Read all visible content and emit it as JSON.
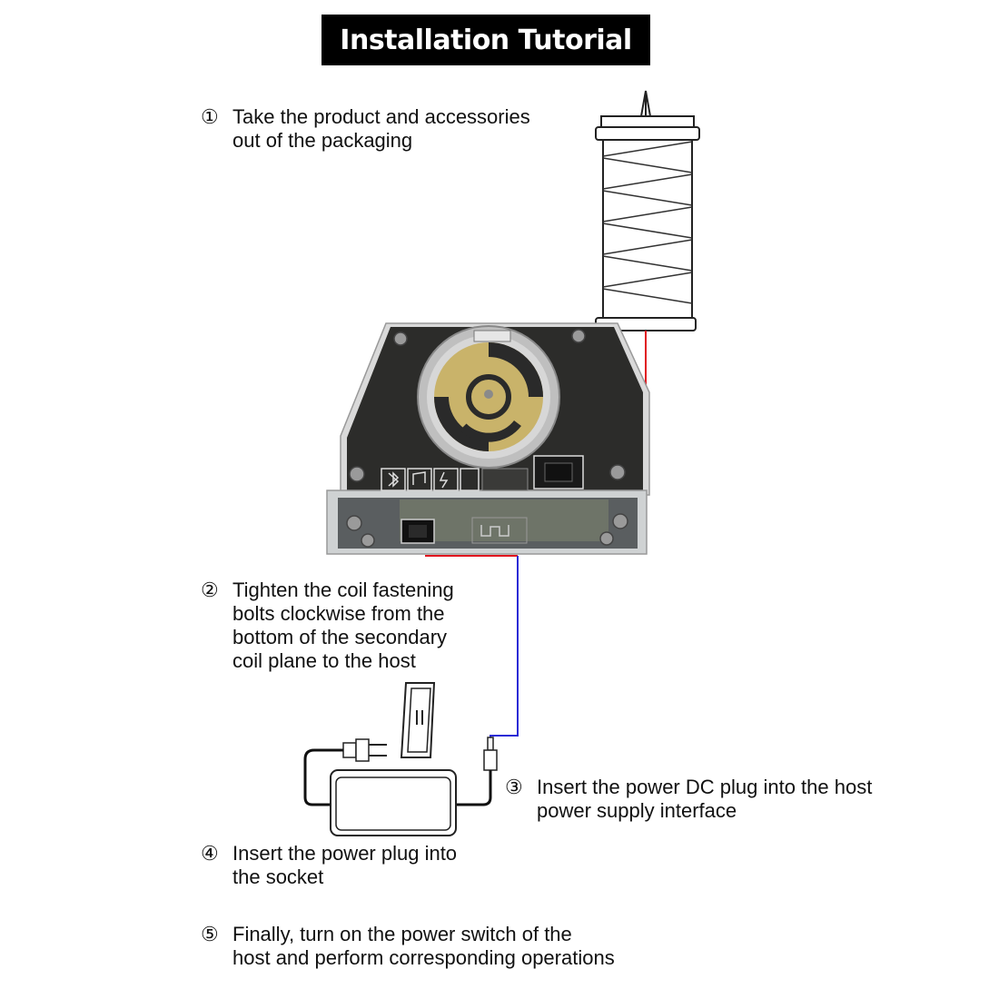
{
  "title": "Installation Tutorial",
  "steps": [
    {
      "number": "①",
      "lines": [
        "Take the product and accessories",
        "out of the packaging"
      ]
    },
    {
      "number": "②",
      "lines": [
        "Tighten the coil fastening",
        "bolts clockwise from the",
        "bottom of the secondary",
        "coil plane to the host"
      ]
    },
    {
      "number": "③",
      "lines": [
        "Insert the power DC plug into the host",
        "power supply interface"
      ]
    },
    {
      "number": "④",
      "lines": [
        "Insert the power plug into",
        "the socket"
      ]
    },
    {
      "number": "⑤",
      "lines": [
        "Finally, turn on the power switch of the",
        "host and perform corresponding operations"
      ]
    }
  ],
  "colors": {
    "title_bg": "#000000",
    "title_text": "#ffffff",
    "red_wire": "#e0141e",
    "blue_wire": "#2b2bd6",
    "device_panel": "#2c2c2a",
    "speaker_gold": "#c9b36a"
  },
  "icons": [
    "tesla-coil-icon",
    "host-device-icon",
    "wall-socket-icon",
    "power-adapter-icon",
    "dc-plug-icon",
    "bluetooth-icon",
    "music-hd-icon"
  ]
}
